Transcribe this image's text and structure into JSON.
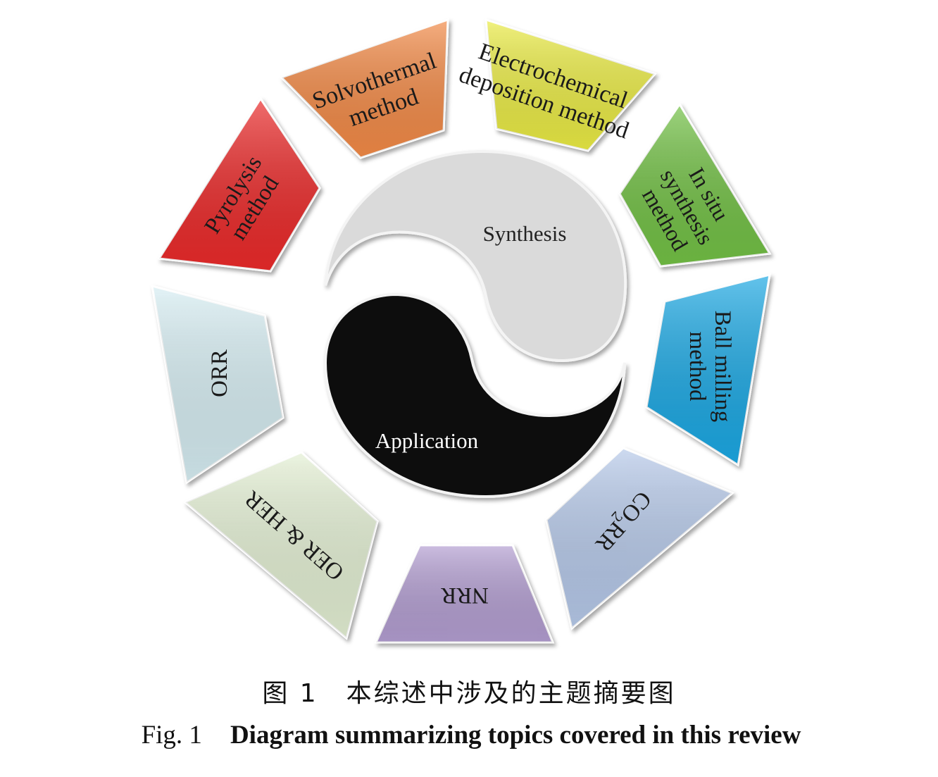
{
  "center": {
    "synthesis": "Synthesis",
    "application": "Application"
  },
  "segments": {
    "solvothermal": [
      "Solvothermal",
      "method"
    ],
    "electrochemical": [
      "Electrochemical",
      "deposition method"
    ],
    "insitu": [
      "In situ",
      "synthesis",
      "method"
    ],
    "ballmilling": [
      "Ball milling",
      "method"
    ],
    "co2rr_main": "CO",
    "co2rr_sub": "2",
    "co2rr_tail": "RR",
    "nrr": "NRR",
    "oerher": "OER & HER",
    "orr": "ORR",
    "pyrolysis": [
      "Pyrolysis",
      "method"
    ]
  },
  "colors": {
    "solvothermal": "#f28a47",
    "electrochemical": "#eaeb44",
    "insitu": "#72c044",
    "ballmilling": "#1ca8e3",
    "co2rr": "#b6c9e9",
    "nrr": "#b39ed1",
    "oerher": "#e3efd3",
    "orr": "#d6edf2",
    "pyrolysis": "#ea2a2c",
    "synthesis": "#dadada",
    "application": "#0b0b0b"
  },
  "caption": {
    "cn_label": "图 1",
    "cn_text": "本综述中涉及的主题摘要图",
    "en_label": "Fig. 1",
    "en_text": "Diagram summarizing topics covered in this review"
  }
}
